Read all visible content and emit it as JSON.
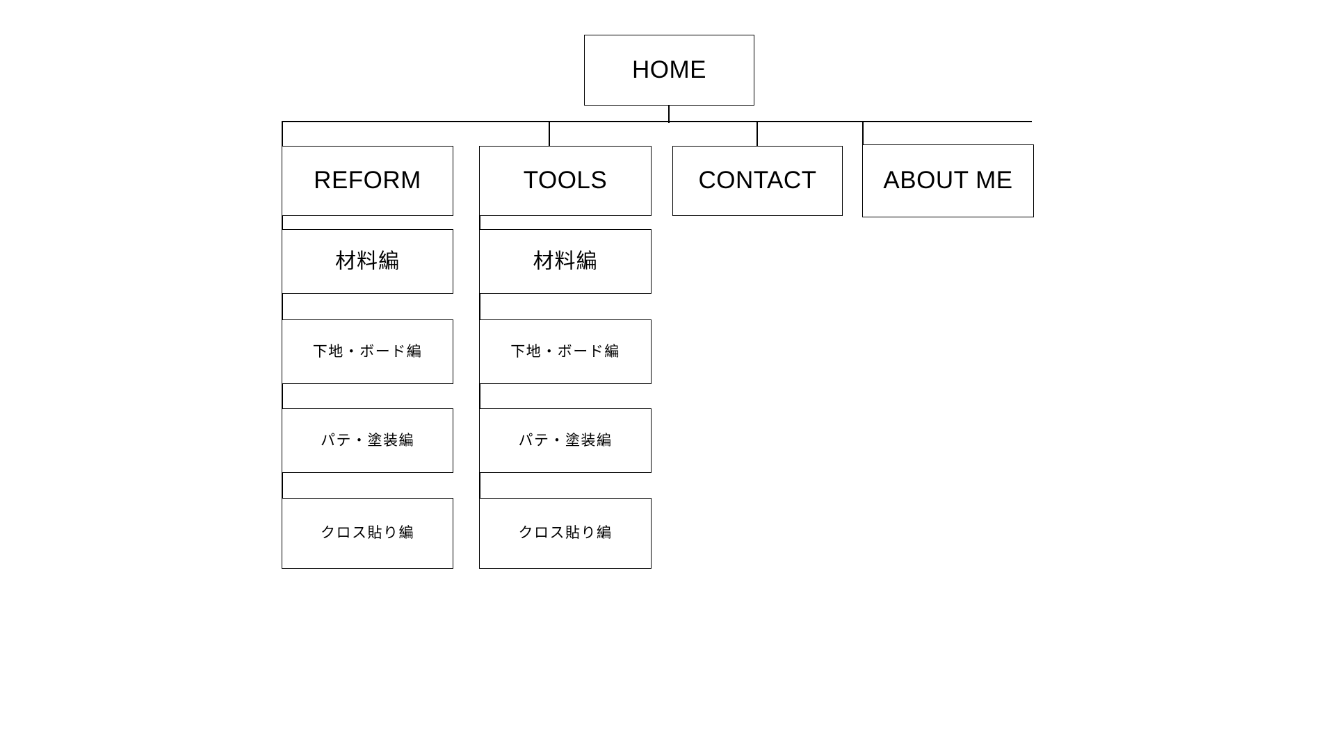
{
  "diagram": {
    "title": "HOME",
    "root": {
      "label": "HOME"
    },
    "sections": [
      {
        "label": "REFORM",
        "children": [
          {
            "label": "材料編"
          },
          {
            "label": "下地・ボード編"
          },
          {
            "label": "パテ・塗装編"
          },
          {
            "label": "クロス貼り編"
          }
        ]
      },
      {
        "label": "TOOLS",
        "children": [
          {
            "label": "材料編"
          },
          {
            "label": "下地・ボード編"
          },
          {
            "label": "パテ・塗装編"
          },
          {
            "label": "クロス貼り編"
          }
        ]
      },
      {
        "label": "CONTACT",
        "children": []
      },
      {
        "label": "ABOUT ME",
        "children": []
      }
    ]
  },
  "colors": {
    "background": "#ffffff",
    "line": "#000000",
    "text": "#000000",
    "box_fill": "#ffffff"
  }
}
